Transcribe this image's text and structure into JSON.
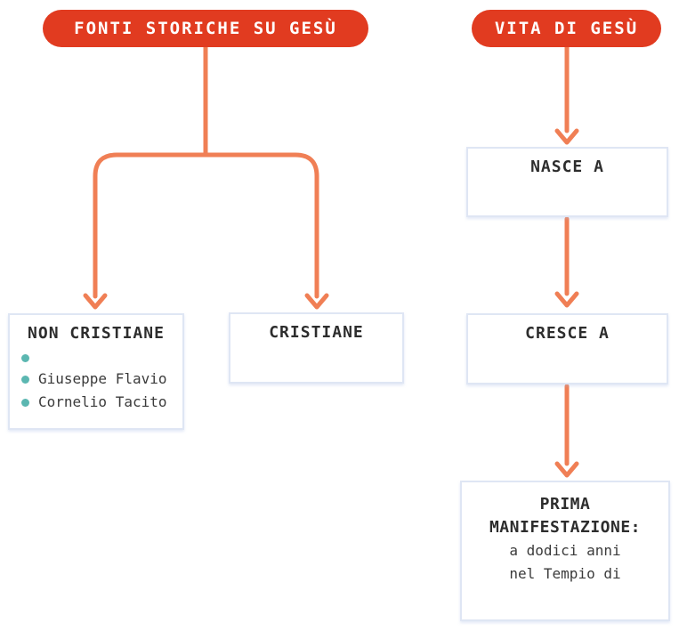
{
  "colors": {
    "pill_bg": "#e13b20",
    "pill_text": "#ffffff",
    "connector": "#f07f55",
    "box_border": "#dfe6f4",
    "box_bg": "#ffffff",
    "title_text": "#2d2d2d",
    "body_text": "#3b3b3b",
    "bullet": "#5bb7b1"
  },
  "left_tree": {
    "root_label": "FONTI STORICHE SU GESÙ",
    "non_cristiane": {
      "title": "NON CRISTIANE",
      "bullets": [
        "",
        "Giuseppe Flavio",
        "Cornelio Tacito"
      ]
    },
    "cristiane": {
      "title": "CRISTIANE"
    }
  },
  "right_flow": {
    "root_label": "VITA DI GESÙ",
    "steps": {
      "nasce": {
        "title": "NASCE A"
      },
      "cresce": {
        "title": "CRESCE A"
      },
      "prima": {
        "title": "PRIMA MANIFESTAZIONE:",
        "lines": [
          "a dodici anni",
          "nel Tempio di"
        ]
      }
    }
  }
}
